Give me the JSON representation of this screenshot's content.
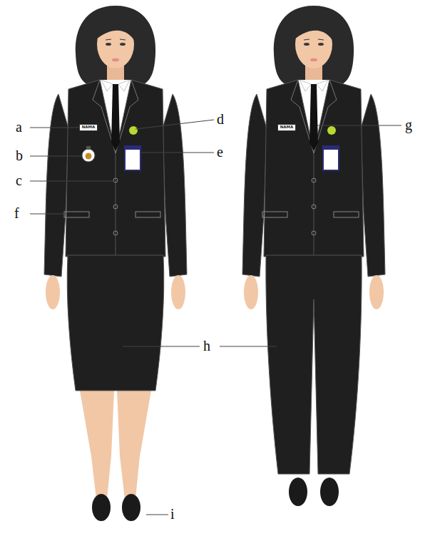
{
  "diagram": {
    "nodes": [
      {
        "text": [
          "NAMA"
        ]
      },
      {
        "text": [
          "NAMA"
        ]
      }
    ],
    "labels": [
      "a",
      "b",
      "c",
      "d",
      "e",
      "f",
      "g",
      "h",
      "i"
    ]
  }
}
